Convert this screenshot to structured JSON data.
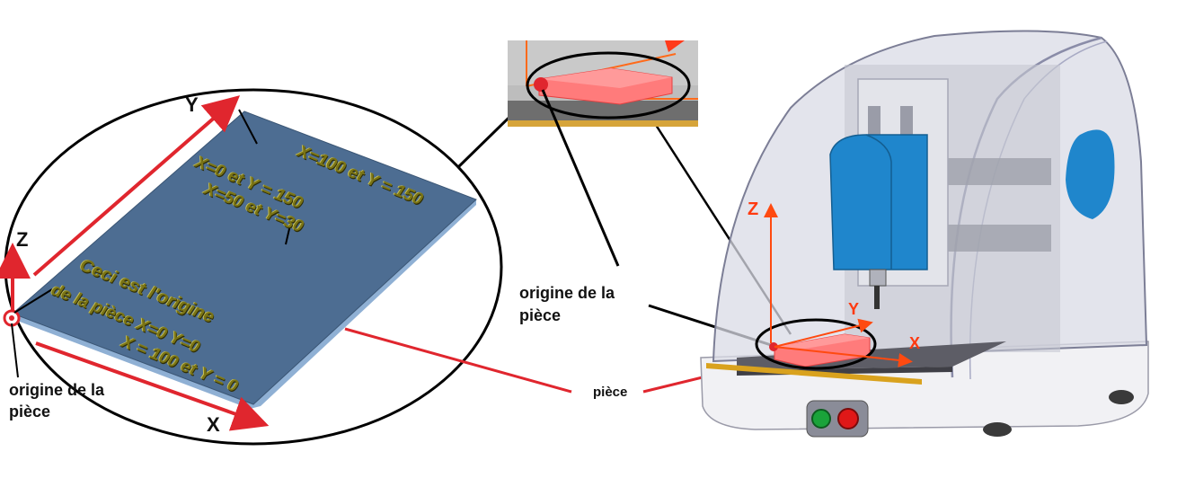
{
  "labels": {
    "origin_left_line1": "origine de la",
    "origin_left_line2": "pièce",
    "origin_middle_line1": "origine de la",
    "origin_middle_line2": "pièce",
    "piece": "pièce"
  },
  "axes": {
    "left": {
      "x": "X",
      "y": "Y",
      "z": "Z"
    },
    "machine": {
      "x": "X",
      "y": "Y",
      "z": "Z"
    }
  },
  "plate_annotations": {
    "corner_top_left": "X=0 et Y = 150",
    "corner_top_right": "X=100 et Y = 150",
    "center": "X=50 et Y=30",
    "origin_line1": "Ceci est l'origine",
    "origin_line2": "de la pièce X=0 Y=0",
    "corner_bottom_right": "X = 100 et Y = 0"
  },
  "colors": {
    "axis_red": "#e0262e",
    "plate_blue": "#4d6d92",
    "machine_blue": "#1f86cc",
    "piece_pink": "#ff7b7b",
    "orange_axis": "#ff5a1a",
    "engrave": "#7a7416"
  }
}
